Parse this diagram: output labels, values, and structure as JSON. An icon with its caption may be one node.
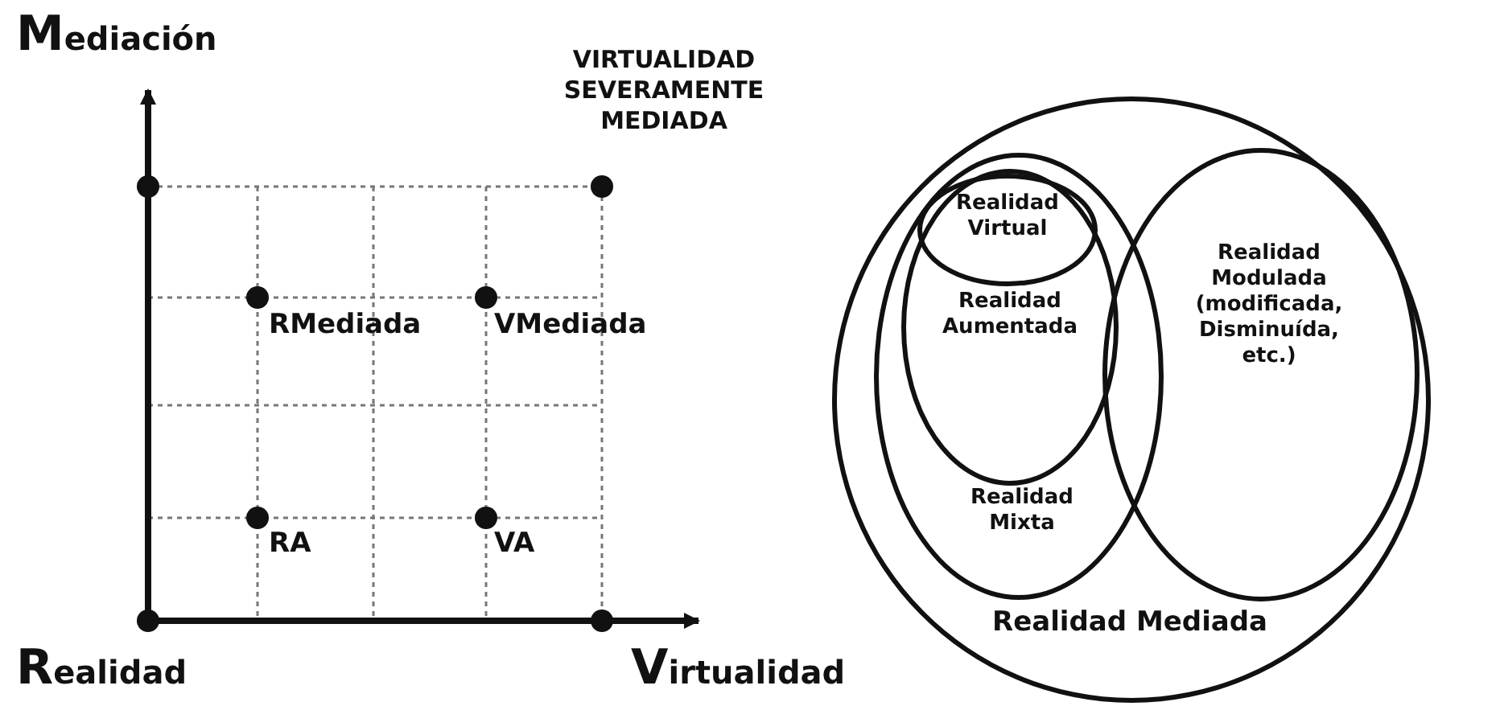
{
  "diagram": {
    "nodes": [
      {
        "text": [
          "Realidad Mediada"
        ]
      },
      {
        "text": [
          "Realidad Mixta"
        ],
        "in": 0
      },
      {
        "text": [
          "Realidad Aumentada"
        ],
        "in": 1
      },
      {
        "text": [
          "Realidad Virtual"
        ],
        "in": 2
      },
      {
        "text": [
          "Realidad Modulada (modificada, Disminuída, etc.)"
        ],
        "in": 0
      }
    ],
    "labels": [
      "Mediación",
      "VIRTUALIDAD SEVERAMENTE MEDIADA",
      "RMediada",
      "VMediada",
      "RA",
      "VA",
      "Realidad",
      "Virtualidad"
    ]
  }
}
